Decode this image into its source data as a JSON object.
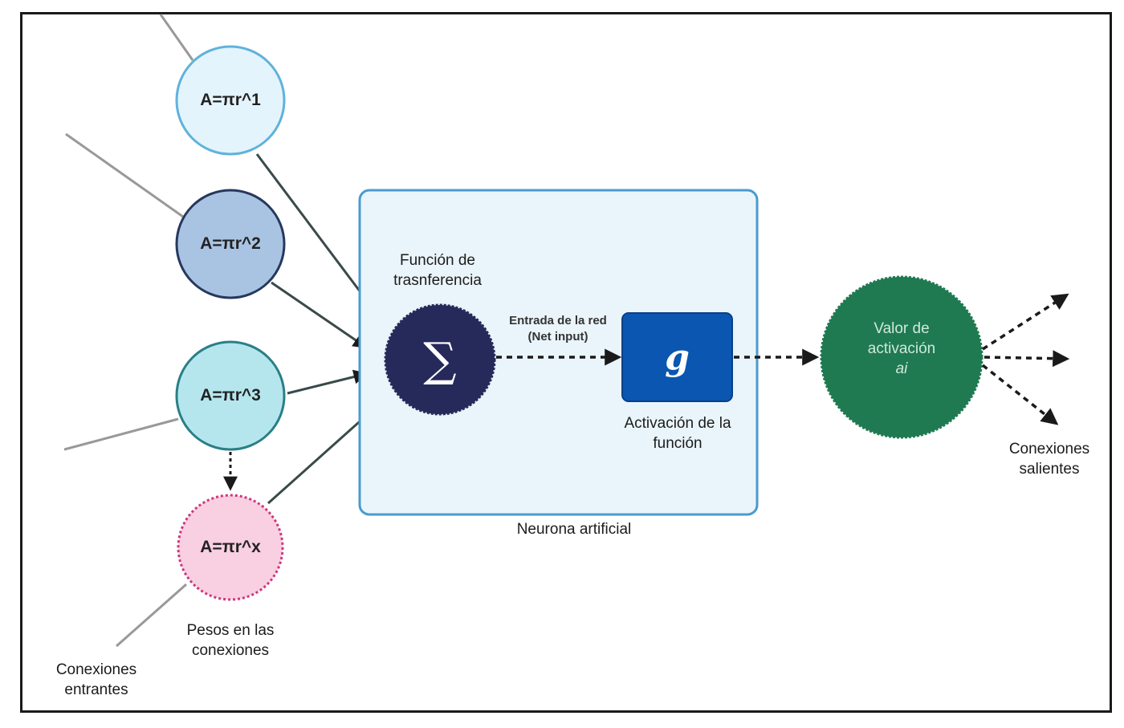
{
  "inputs": [
    {
      "label": "A=πr^1",
      "fill": "#e4f4fc",
      "stroke": "#5fb2dc"
    },
    {
      "label": "A=πr^2",
      "fill": "#a9c4e3",
      "stroke": "#27385e"
    },
    {
      "label": "A=πr^3",
      "fill": "#b5e6ee",
      "stroke": "#2a7f86"
    },
    {
      "label": "A=πr^x",
      "fill": "#f9cfe2",
      "stroke": "#d0357d"
    }
  ],
  "labels": {
    "weights": "Pesos en las conexiones",
    "incoming": "Conexiones entrantes",
    "transfer": "Función de trasnferencia",
    "net_input": "Entrada de la red (Net input)",
    "activation_function": "Activación de la función",
    "neuron": "Neurona artificial",
    "outgoing": "Conexiones salientes"
  },
  "sum_symbol": "∑",
  "activation_symbol": "g",
  "output": {
    "line1": "Valor de",
    "line2": "activación",
    "line3": "ai"
  },
  "colors": {
    "neuron_box_fill": "#eaf5fb",
    "neuron_box_stroke": "#4a9bd0",
    "sum_fill": "#262a5a",
    "activation_fill": "#0b56b0",
    "output_fill": "#1f7a52",
    "arrow": "#1a1a1a"
  }
}
